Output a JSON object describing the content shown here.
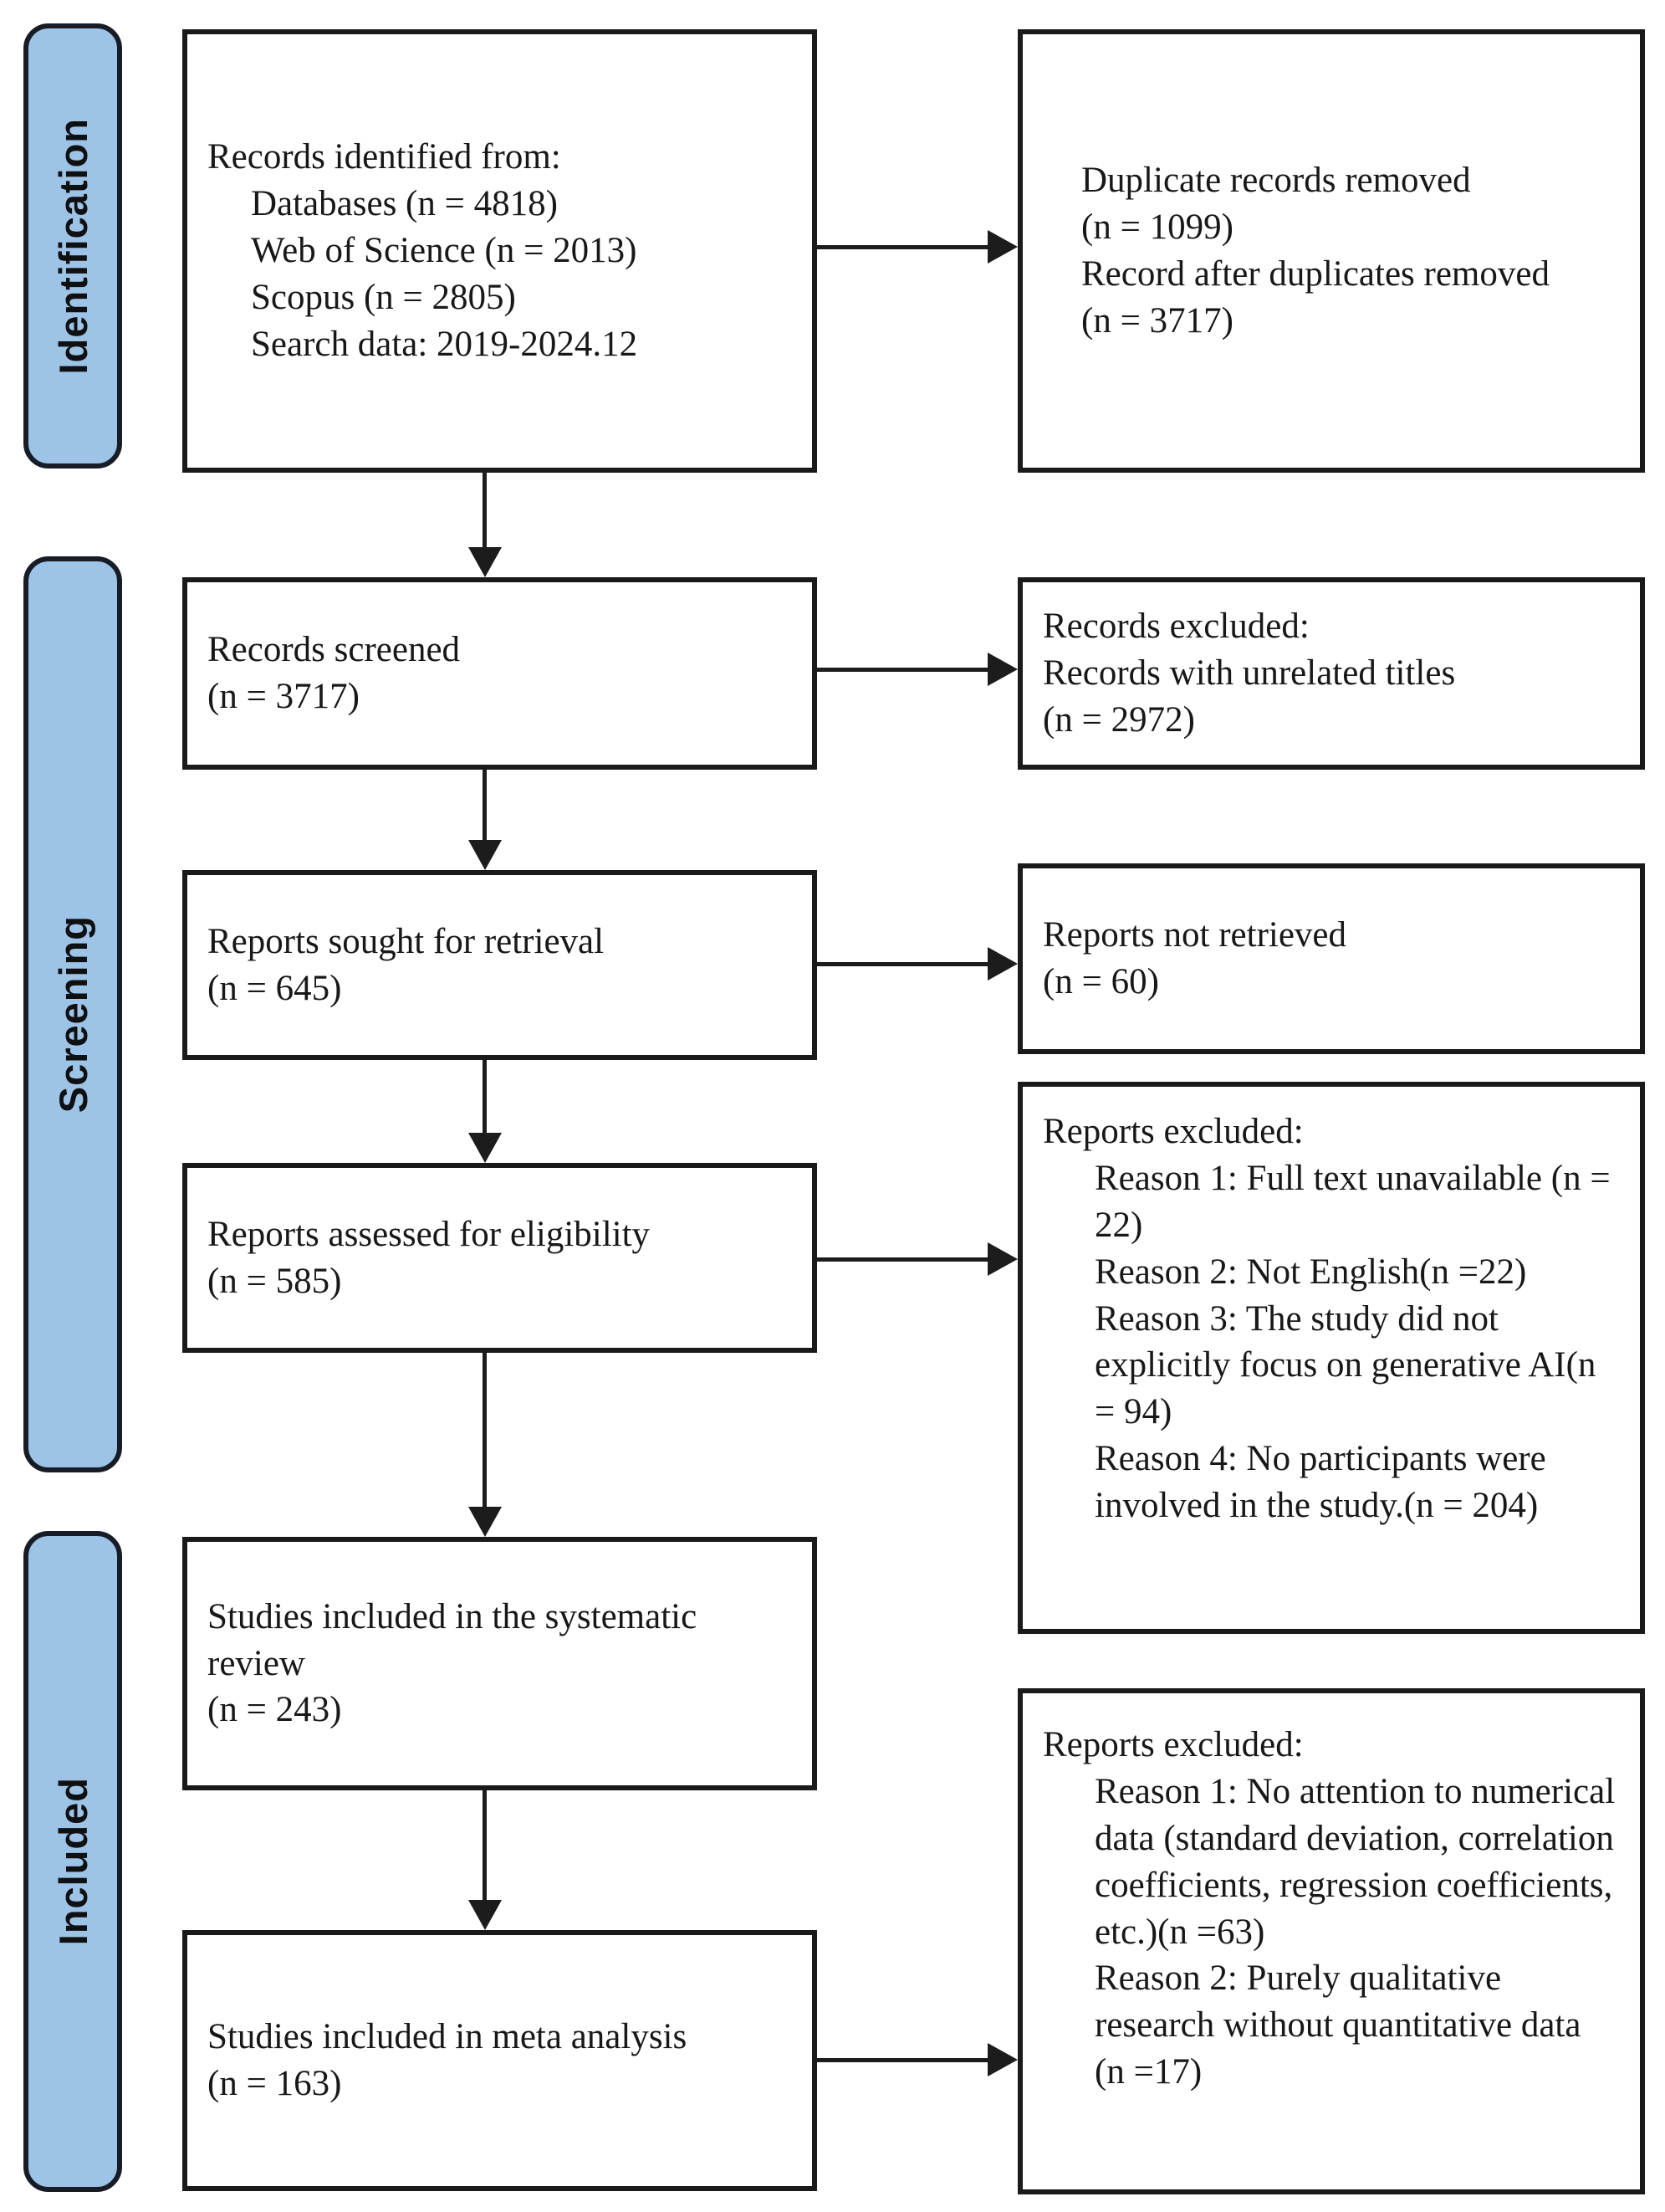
{
  "palette": {
    "stage_fill": "#9DC3E6",
    "stage_border": "#171c26",
    "box_border": "#1a1a1a",
    "text": "#18181a",
    "arrow": "#1c1c1c"
  },
  "stages": [
    {
      "label": "Identification"
    },
    {
      "label": "Screening"
    },
    {
      "label": "Included"
    }
  ],
  "boxes": {
    "records_identified": {
      "title": "Records identified from:",
      "items": [
        "Databases (n = 4818)",
        "Web of Science (n = 2013)",
        "Scopus (n = 2805)",
        "Search data: 2019-2024.12"
      ]
    },
    "duplicate_records_removed": {
      "lines": [
        "Duplicate records removed",
        "(n = 1099)",
        "Record after duplicates removed",
        "(n = 3717)"
      ]
    },
    "records_screened": {
      "lines": [
        "Records screened",
        "(n = 3717)"
      ]
    },
    "records_excluded": {
      "lines": [
        "Records excluded:",
        "Records with unrelated titles",
        "(n = 2972)"
      ]
    },
    "reports_sought": {
      "lines": [
        "Reports sought for retrieval",
        "(n = 645)"
      ]
    },
    "reports_not_retrieved": {
      "lines": [
        "Reports not retrieved",
        "(n = 60)"
      ]
    },
    "reports_assessed": {
      "lines": [
        "Reports assessed for eligibility",
        "(n = 585)"
      ]
    },
    "reports_excluded_eligibility": {
      "title": "Reports excluded:",
      "items": [
        "Reason 1: Full text unavailable (n = 22)",
        "Reason 2: Not English(n =22)",
        "Reason 3: The study did not explicitly focus on generative AI(n = 94)",
        "Reason 4: No participants were involved in the study.(n = 204)"
      ]
    },
    "studies_systematic_review": {
      "lines": [
        "Studies included in the systematic review",
        "(n = 243)"
      ]
    },
    "reports_excluded_meta": {
      "title": "Reports excluded:",
      "items": [
        "Reason 1: No attention to numerical data (standard deviation, correlation coefficients, regression coefficients, etc.)(n =63)",
        "Reason 2: Purely qualitative research without quantitative data",
        "(n =17)"
      ]
    },
    "studies_meta_analysis": {
      "lines": [
        "Studies included in meta analysis",
        "(n = 163)"
      ]
    }
  }
}
